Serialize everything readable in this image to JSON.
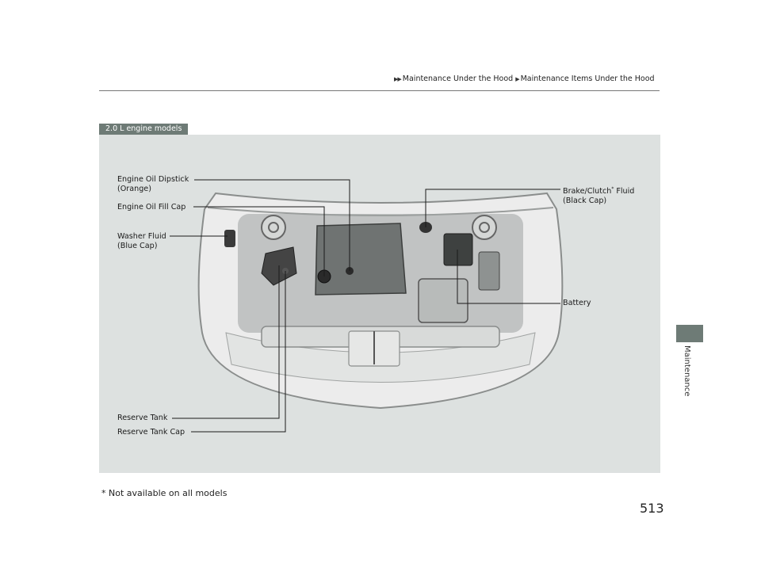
{
  "breadcrumb": {
    "item1": "Maintenance Under the Hood",
    "item2": "Maintenance Items Under the Hood"
  },
  "section_tab": "Maintenance",
  "panel_title": "2.0 L engine models",
  "labels": {
    "oil_dipstick": [
      "Engine Oil Dipstick",
      "(Orange)"
    ],
    "oil_fill_cap": "Engine Oil Fill Cap",
    "washer_fluid": [
      "Washer Fluid",
      "(Blue Cap)"
    ],
    "brake_clutch": {
      "line1_a": "Brake/Clutch",
      "asterisk": "*",
      "line1_b": " Fluid",
      "line2": "(Black Cap)"
    },
    "battery": "Battery",
    "reserve_tank": "Reserve Tank",
    "reserve_tank_cap": "Reserve Tank Cap"
  },
  "footnote": "* Not available on all models",
  "page_number": "513"
}
